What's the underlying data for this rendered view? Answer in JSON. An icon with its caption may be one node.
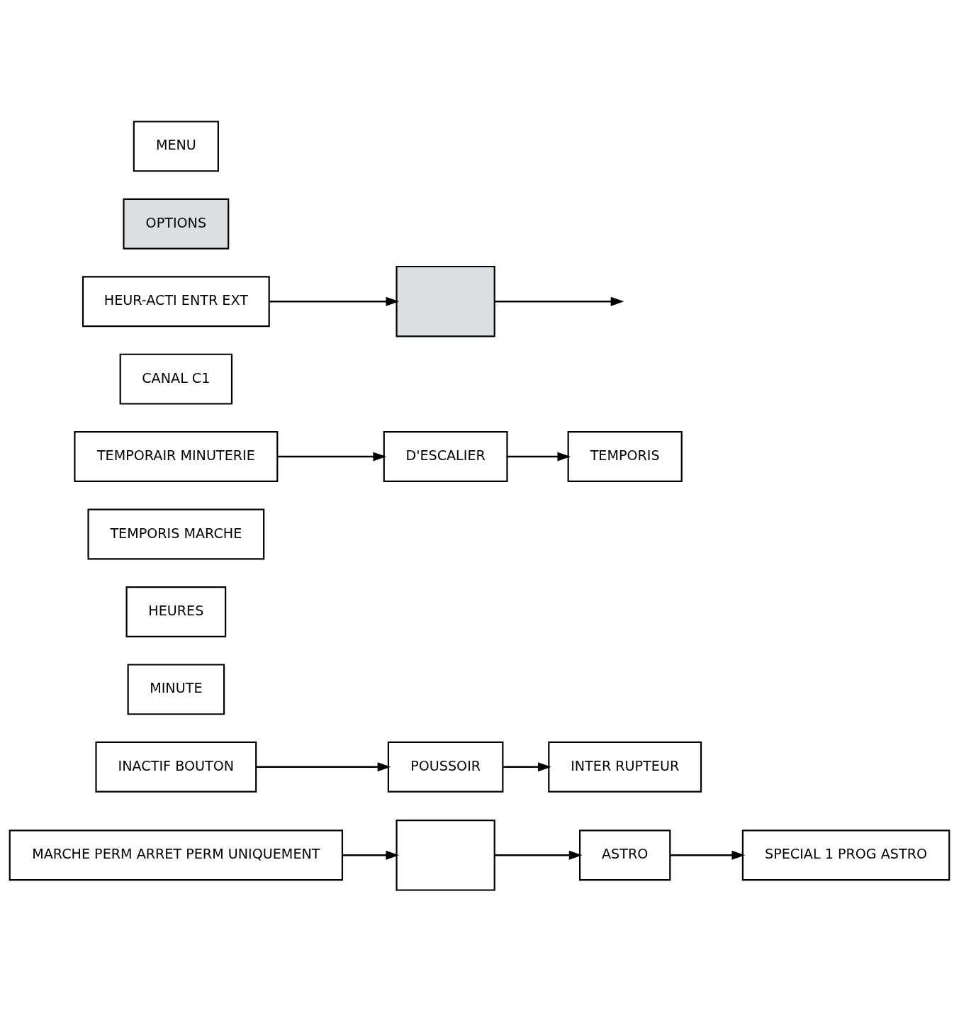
{
  "diagram": {
    "nodes": [
      {
        "text": [
          "MENU"
        ]
      },
      {
        "text": [
          "OPTIONS"
        ]
      },
      {
        "text": [
          "HEUR-ACTI ENTR EXT"
        ]
      },
      {
        "text": [],
        "shape": "box"
      },
      {
        "text": [
          "CANAL C1"
        ]
      },
      {
        "text": [
          "INACTIF BOUTON"
        ]
      },
      {
        "text": [
          "POUSSOIR"
        ]
      },
      {
        "text": [
          "TEMPORAIR MINUTERIE"
        ]
      },
      {
        "text": [
          "D'ESCALIER"
        ]
      },
      {
        "text": [
          "TEMPORIS"
        ]
      },
      {
        "text": [
          "TEMPORIS MARCHE"
        ]
      },
      {
        "text": [
          "HEURES"
        ]
      },
      {
        "text": [
          "MINUTE"
        ]
      },
      {
        "text": [
          "INTER RUPTEUR"
        ]
      },
      {
        "text": [
          "MARCHE PERM ARRET PERM UNIQUEMENT"
        ]
      },
      {
        "text": [],
        "shape": "box"
      },
      {
        "text": [
          "ASTRO"
        ]
      },
      {
        "text": [
          "SPECIAL 1 PROG ASTRO"
        ]
      }
    ],
    "edges": [
      {
        "from": 2,
        "to": 3,
        "arrow": "to"
      },
      {
        "from": 3,
        "to": null,
        "arrow": "to"
      },
      {
        "from": 5,
        "to": 6,
        "arrow": "to"
      },
      {
        "from": 6,
        "to": 13,
        "arrow": "to"
      },
      {
        "from": 7,
        "to": 8,
        "arrow": "to"
      },
      {
        "from": 8,
        "to": 9,
        "arrow": "to"
      },
      {
        "from": 14,
        "to": 15,
        "arrow": "to"
      },
      {
        "from": 15,
        "to": 16,
        "arrow": "to"
      },
      {
        "from": 16,
        "to": 17,
        "arrow": "to"
      }
    ]
  }
}
